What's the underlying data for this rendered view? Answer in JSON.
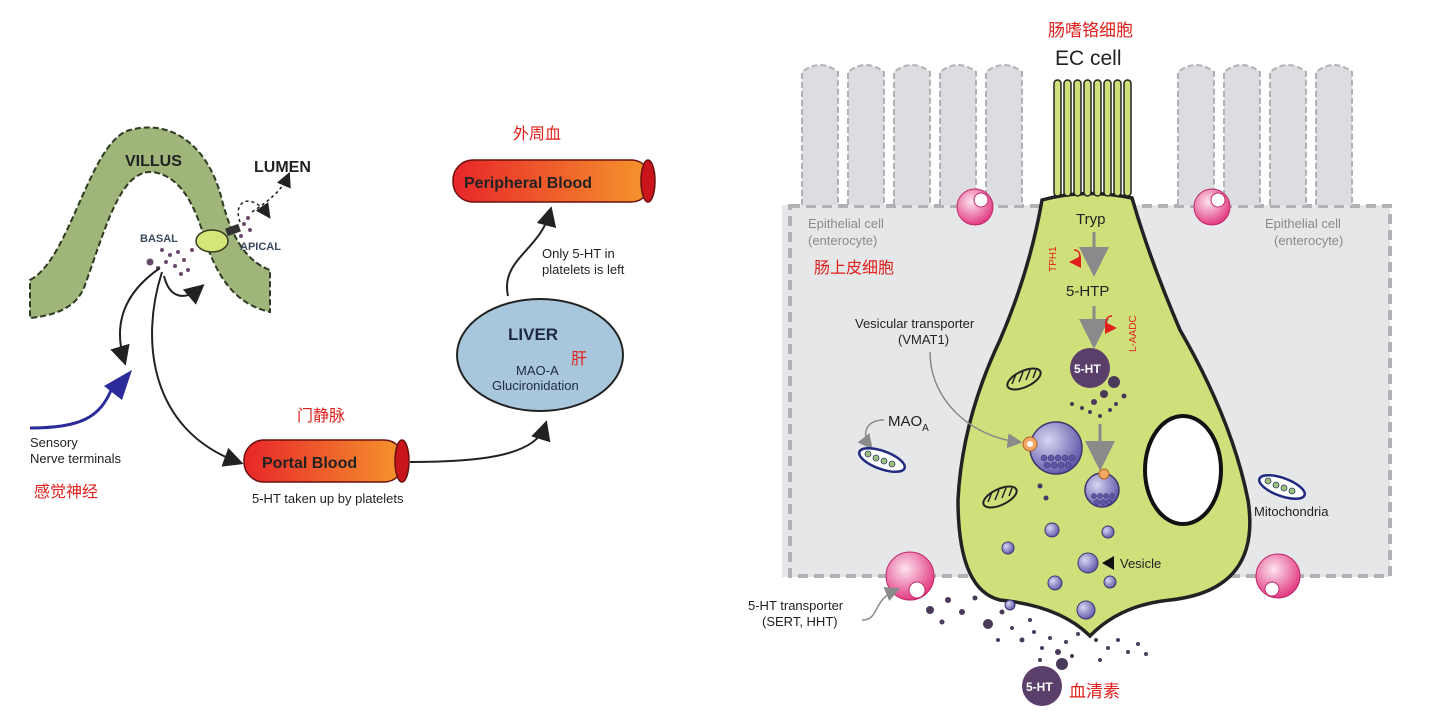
{
  "left_panel": {
    "villus_label": "VILLUS",
    "lumen_label": "LUMEN",
    "basal_label": "BASAL",
    "apical_label": "APICAL",
    "sensory_label_1": "Sensory",
    "sensory_label_2": "Nerve terminals",
    "sensory_cn": "感觉神经",
    "portal_cn": "门静脉",
    "portal_label": "Portal Blood",
    "portal_note": "5-HT taken up by platelets",
    "liver_label": "LIVER",
    "liver_sub_1": "MAO-A",
    "liver_sub_2": "Glucironidation",
    "liver_cn": "肝",
    "liver_note_1": "Only 5-HT in",
    "liver_note_2": "platelets is left",
    "peripheral_cn": "外周血",
    "peripheral_label": "Peripheral Blood"
  },
  "right_panel": {
    "ec_cn": "肠嗜铬细胞",
    "ec_label": "EC cell",
    "epi_left_1": "Epithelial cell",
    "epi_left_2": "(enterocyte)",
    "epi_right_1": "Epithelial cell",
    "epi_right_2": "(enterocyte)",
    "epi_cn": "肠上皮细胞",
    "tryp": "Tryp",
    "tph1": "TPH1",
    "htp": "5-HTP",
    "laadc": "L-AADC",
    "vmat_1": "Vesicular transporter",
    "vmat_2": "(VMAT1)",
    "ht_inner": "5-HT",
    "mao": "MAO",
    "mao_sub": "A",
    "mitochondria": "Mitochondria",
    "vesicle": "Vesicle",
    "sert_1": "5-HT transporter",
    "sert_2": "(SERT, HHT)",
    "ht_bottom": "5-HT",
    "serum_cn": "血清素"
  },
  "colors": {
    "villus_green": "#9fb57a",
    "ec_green": "#cfe07a",
    "epi_grey": "#e6e7e9",
    "vesicle_purple": "#8a84c8",
    "liver_blue": "#a9c7dc",
    "blood_red": "#e8262a",
    "blood_orange": "#f08a2a",
    "label_red": "#e0201c",
    "nerve_blue": "#2a2a9a"
  }
}
